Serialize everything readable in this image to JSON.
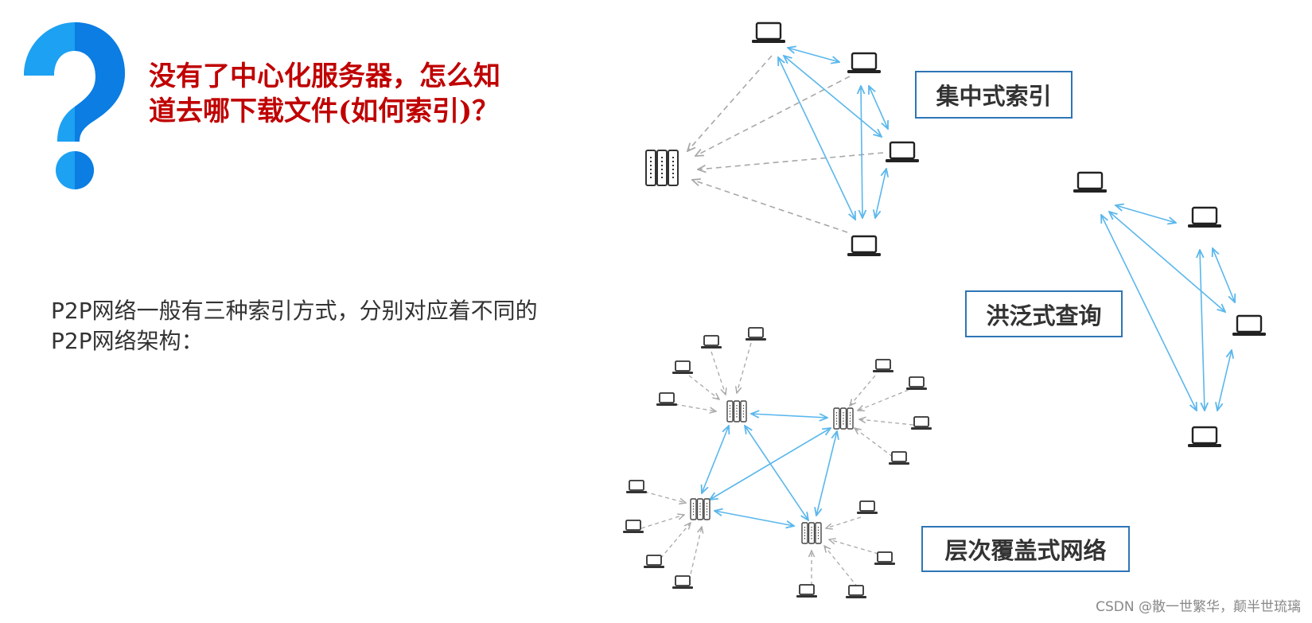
{
  "question": {
    "line1": "没有了中心化服务器，怎么知",
    "line2": "道去哪下载文件(如何索引)？"
  },
  "intro": {
    "line1": "P2P网络一般有三种索引方式，分别对应着不同的",
    "line2": "P2P网络架构："
  },
  "labels": {
    "centralized": "集中式索引",
    "flooding": "洪泛式查询",
    "hierarchical": "层次覆盖式网络"
  },
  "watermark": "CSDN @散一世繁华，颠半世琉璃",
  "colors": {
    "question_blue_light": "#1da1f2",
    "question_blue_dark": "#0b7de3",
    "title_red": "#c00000",
    "label_border": "#2e75b6",
    "peer_link": "#5ab7ec",
    "index_link": "#b0b0b0"
  },
  "icons": {
    "question": "question-mark-icon",
    "peer": "laptop-icon",
    "server": "server-rack-icon"
  }
}
